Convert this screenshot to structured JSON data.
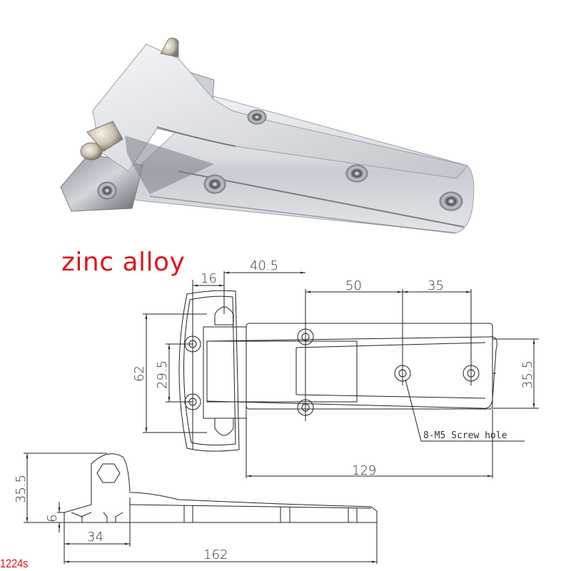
{
  "product": {
    "material_label": "zinc alloy",
    "model_code": "1224s",
    "colors": {
      "label_red": "#e0141b",
      "line": "#222222",
      "chrome_light": "#e6e7ea",
      "chrome_mid": "#b9bcc2",
      "chrome_dark": "#6f737b"
    }
  },
  "photo": {
    "alt": "chrome zinc alloy hinge photo",
    "screw_holes": 4
  },
  "drawing_top": {
    "dims": {
      "d16": "16",
      "d40_5": "40.5",
      "d50": "50",
      "d35": "35",
      "d62": "62",
      "d29_5": "29.5",
      "d35_5_right": "35.5",
      "d129": "129"
    },
    "note": "8-M5 Screw hole"
  },
  "drawing_side": {
    "dims": {
      "d35_5_left": "35.5",
      "d6": "6",
      "d34": "34",
      "d162": "162"
    }
  }
}
